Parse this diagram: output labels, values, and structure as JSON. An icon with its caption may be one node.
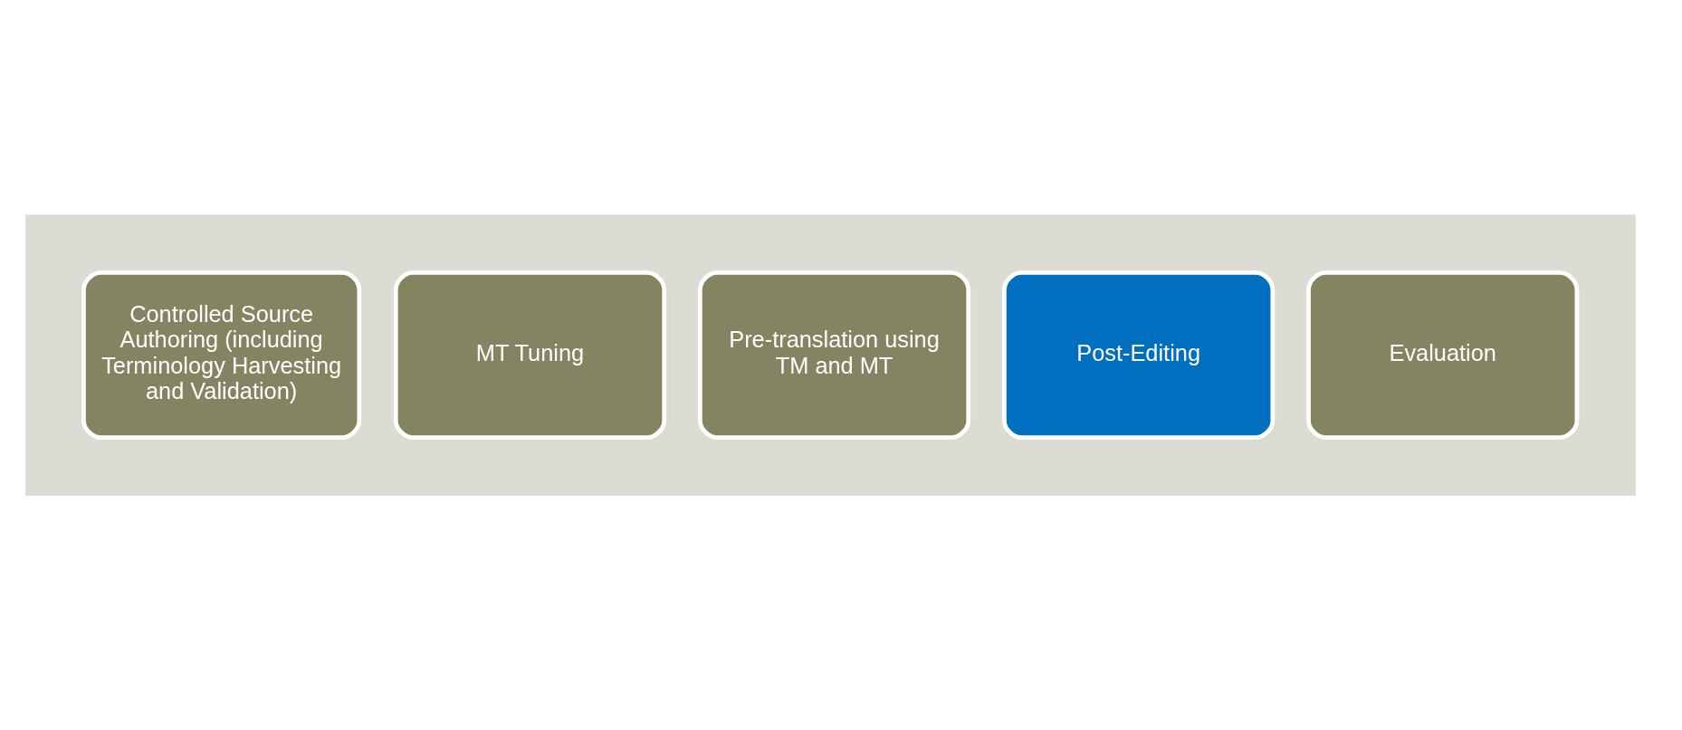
{
  "diagram": {
    "nodes": [
      {
        "text": [],
        "shape": "arrow"
      },
      {
        "text": [
          "Controlled Source Authoring (including Terminology Harvesting and Validation)"
        ],
        "in": 0
      },
      {
        "text": [
          "MT Tuning"
        ],
        "in": 0
      },
      {
        "text": [
          "Pre-translation using TM and MT"
        ],
        "in": 0
      },
      {
        "text": [
          "Post-Editing"
        ],
        "in": 0
      },
      {
        "text": [
          "Evaluation"
        ],
        "in": 0
      }
    ],
    "edges": []
  }
}
